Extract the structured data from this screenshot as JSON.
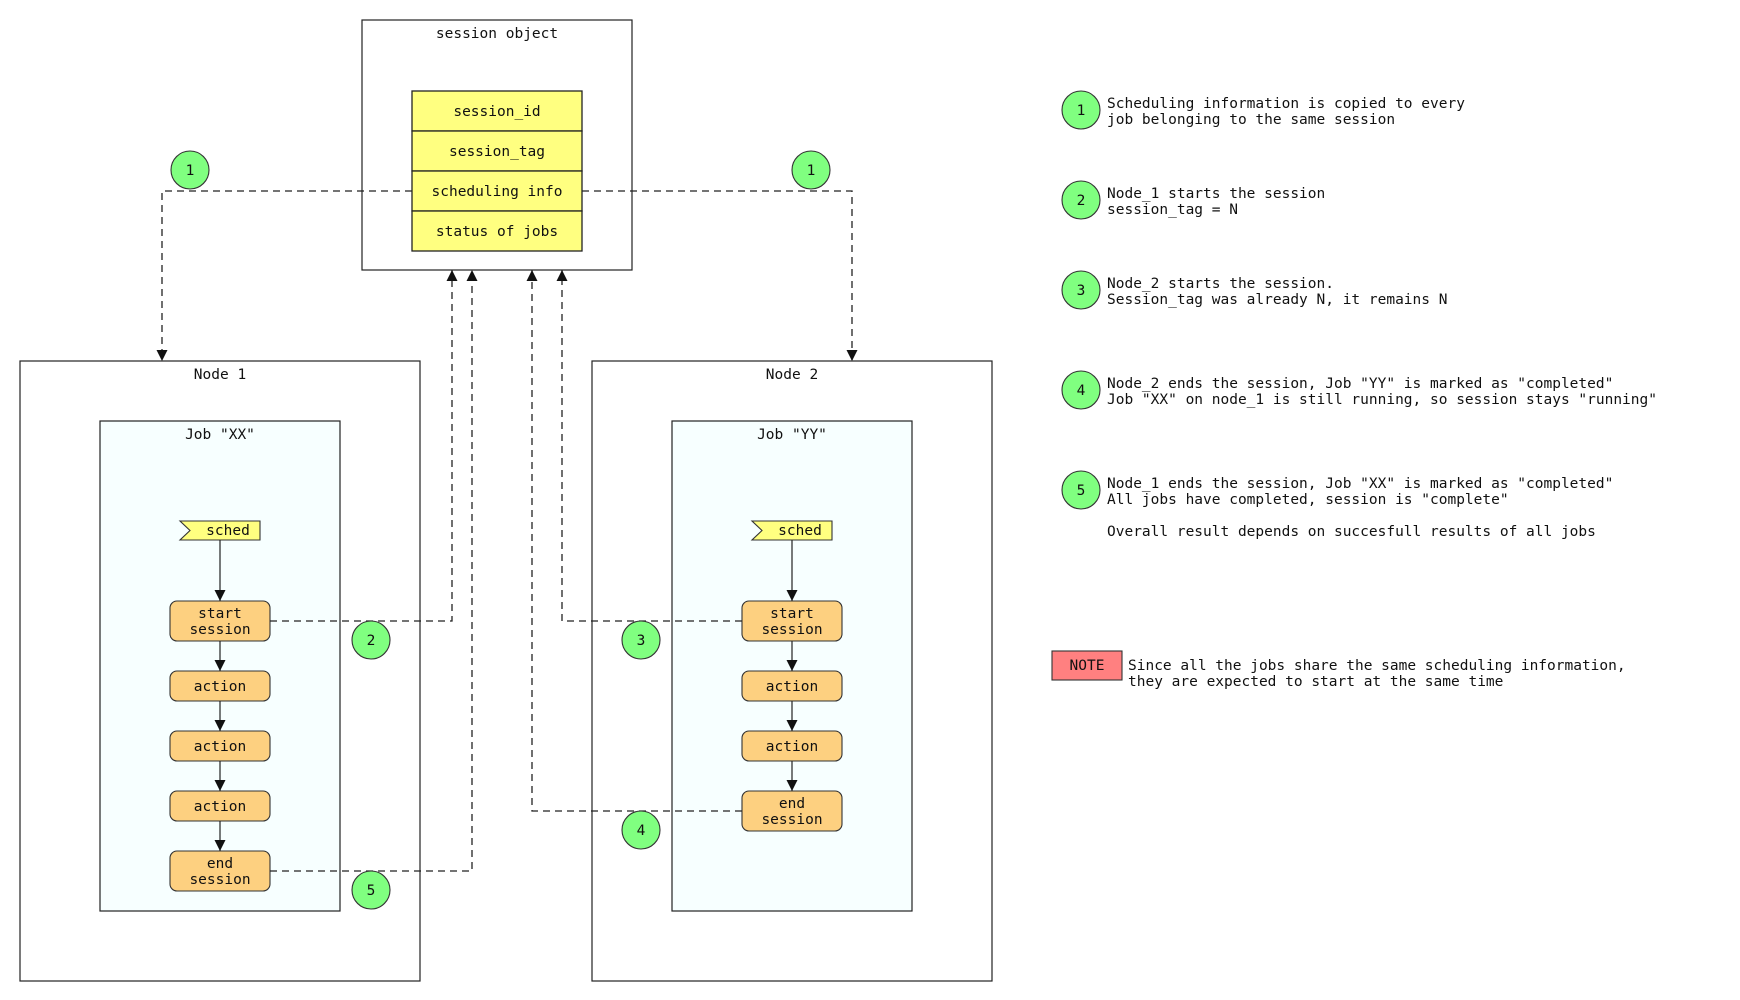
{
  "session_object": {
    "title": "session object",
    "fields": [
      "session_id",
      "session_tag",
      "scheduling info",
      "status of jobs"
    ]
  },
  "nodes": [
    {
      "title": "Node 1",
      "job_title": "Job \"XX\"",
      "sched": "sched",
      "steps": [
        [
          "start",
          "session"
        ],
        [
          "action"
        ],
        [
          "action"
        ],
        [
          "action"
        ],
        [
          "end",
          "session"
        ]
      ]
    },
    {
      "title": "Node 2",
      "job_title": "Job \"YY\"",
      "sched": "sched",
      "steps": [
        [
          "start",
          "session"
        ],
        [
          "action"
        ],
        [
          "action"
        ],
        [
          "end",
          "session"
        ]
      ]
    }
  ],
  "diagram_badges": [
    "1",
    "1",
    "2",
    "3",
    "4",
    "5"
  ],
  "legend": [
    {
      "num": "1",
      "lines": [
        "Scheduling information is copied to every",
        "job belonging to the same session"
      ]
    },
    {
      "num": "2",
      "lines": [
        "Node_1 starts the session",
        "session_tag = N"
      ]
    },
    {
      "num": "3",
      "lines": [
        "Node_2 starts the session.",
        "Session_tag was already N, it remains N"
      ]
    },
    {
      "num": "4",
      "lines": [
        "Node_2 ends the session, Job \"YY\" is marked as \"completed\"",
        "Job \"XX\" on node_1 is still running, so session stays \"running\""
      ]
    },
    {
      "num": "5",
      "lines": [
        "Node_1 ends the session, Job \"XX\" is marked as \"completed\"",
        "All jobs have completed, session is \"complete\"",
        "",
        "Overall result depends on succesfull results of all jobs"
      ]
    }
  ],
  "note": {
    "label": "NOTE",
    "lines": [
      "Since all the jobs share the same scheduling information,",
      "they are expected to start at the same time"
    ]
  },
  "colors": {
    "field": "#ffff80",
    "step": "#fdd080",
    "badge": "#80ff80",
    "note": "#ff8080",
    "job_background": "#f7ffff"
  }
}
